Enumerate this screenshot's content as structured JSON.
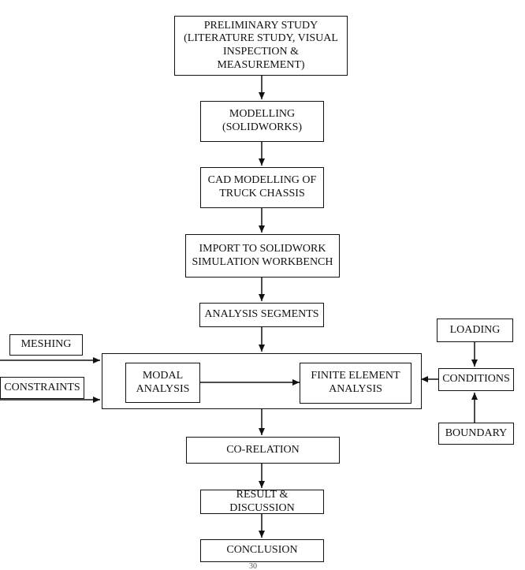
{
  "flowchart": {
    "preliminary": "PRELIMINARY STUDY\n(LITERATURE STUDY, VISUAL\nINSPECTION & MEASUREMENT)",
    "modelling": "MODELLING\n(SOLIDWORKS)",
    "cad": "CAD MODELLING OF\nTRUCK CHASSIS",
    "import": "IMPORT TO SOLIDWORK\nSIMULATION WORKBENCH",
    "analysis_segments": "ANALYSIS SEGMENTS",
    "meshing": "MESHING",
    "constraints": "CONSTRAINTS",
    "modal": "MODAL\nANALYSIS",
    "fea": "FINITE ELEMENT\nANALYSIS",
    "loading": "LOADING",
    "conditions": "CONDITIONS",
    "boundary": "BOUNDARY",
    "corelation": "CO-RELATION",
    "result": "RESULT & DISCUSSION",
    "conclusion": "CONCLUSION"
  },
  "page_number": "30"
}
